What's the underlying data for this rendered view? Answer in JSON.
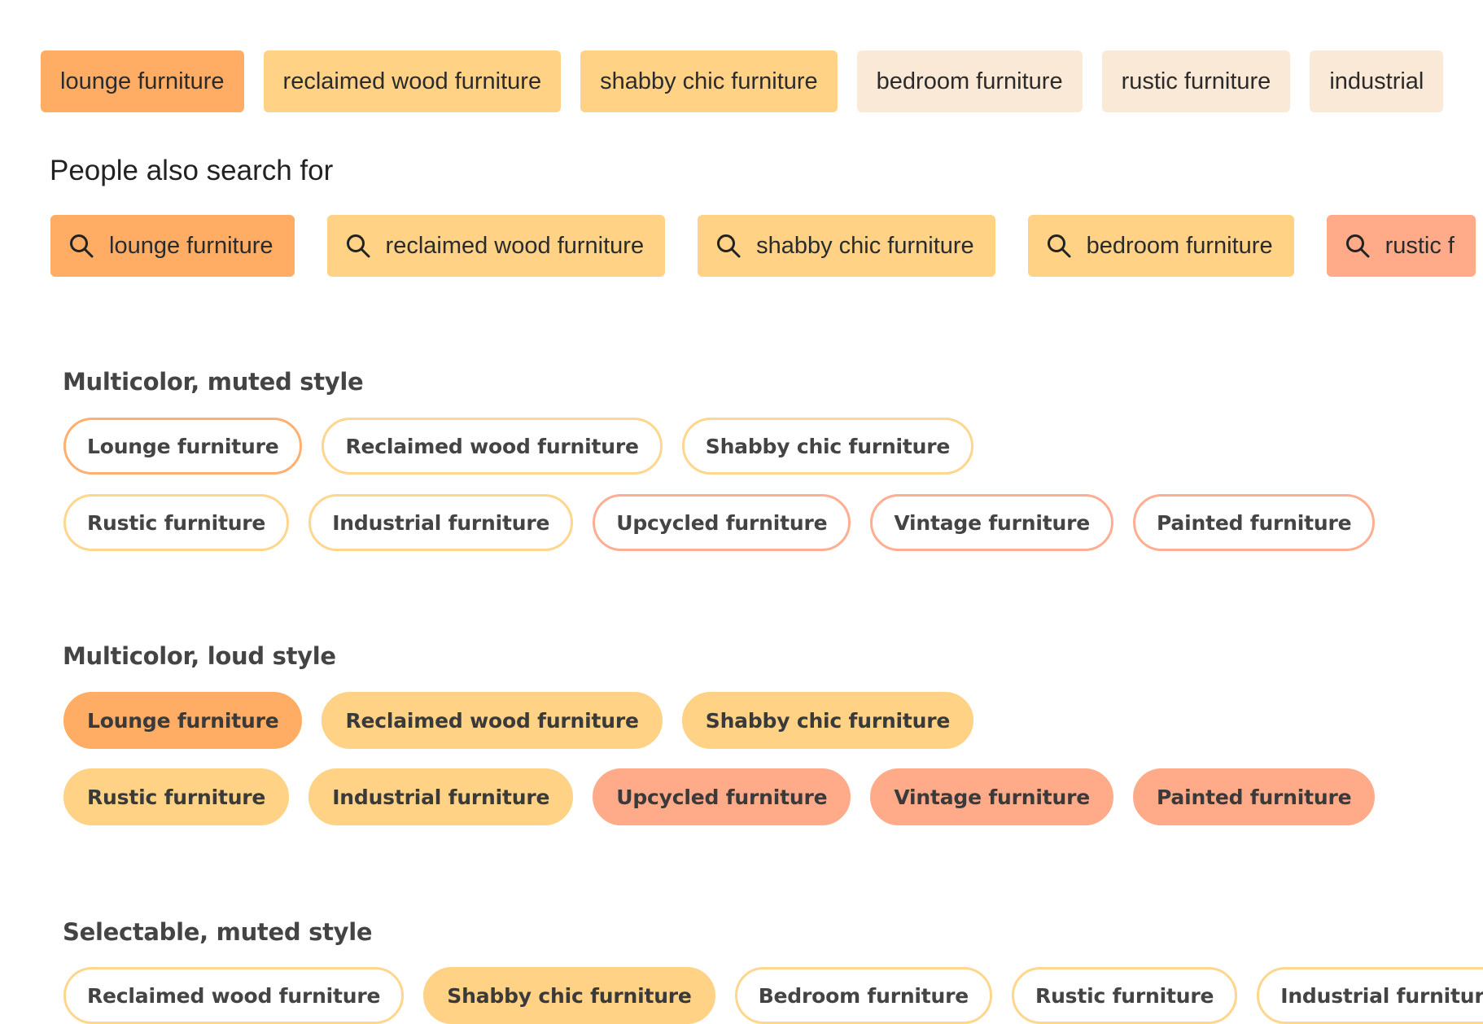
{
  "colors": {
    "orange": "#FFAD64",
    "amber": "#FFD285",
    "salmon": "#FFAB8A",
    "cream": "#FBE9D7",
    "outline_orange": "#FFB070",
    "outline_amber": "#FFD68E",
    "outline_salmon": "#FFAE92",
    "text": "#222222"
  },
  "top_chips": [
    {
      "label": "lounge furniture",
      "color": "#FFAD64"
    },
    {
      "label": "reclaimed wood furniture",
      "color": "#FFD285"
    },
    {
      "label": "shabby chic furniture",
      "color": "#FFD285"
    },
    {
      "label": "bedroom furniture",
      "color": "#FBE9D7"
    },
    {
      "label": "rustic furniture",
      "color": "#FBE9D7"
    },
    {
      "label": "industrial",
      "color": "#FBE9D7"
    }
  ],
  "people_also_search": {
    "heading": "People also search for",
    "icon": "search-icon",
    "chips": [
      {
        "label": "lounge furniture",
        "color": "#FFAD64"
      },
      {
        "label": "reclaimed wood furniture",
        "color": "#FFD285"
      },
      {
        "label": "shabby chic furniture",
        "color": "#FFD285"
      },
      {
        "label": "bedroom furniture",
        "color": "#FFD285"
      },
      {
        "label": "rustic f",
        "color": "#FFAB8A"
      }
    ]
  },
  "sections": [
    {
      "title": "Multicolor, muted style",
      "variant": "outline",
      "rows": [
        [
          {
            "label": "Lounge furniture",
            "color": "#FFB070"
          },
          {
            "label": "Reclaimed wood furniture",
            "color": "#FFD68E"
          },
          {
            "label": "Shabby chic furniture",
            "color": "#FFD68E"
          }
        ],
        [
          {
            "label": "Rustic furniture",
            "color": "#FFD68E"
          },
          {
            "label": "Industrial furniture",
            "color": "#FFD68E"
          },
          {
            "label": "Upcycled furniture",
            "color": "#FFAE92"
          },
          {
            "label": "Vintage furniture",
            "color": "#FFAE92"
          },
          {
            "label": "Painted furniture",
            "color": "#FFAE92"
          }
        ]
      ]
    },
    {
      "title": "Multicolor, loud style",
      "variant": "filled",
      "rows": [
        [
          {
            "label": "Lounge furniture",
            "color": "#FFAD64"
          },
          {
            "label": "Reclaimed wood furniture",
            "color": "#FFD285"
          },
          {
            "label": "Shabby chic furniture",
            "color": "#FFD285"
          }
        ],
        [
          {
            "label": "Rustic furniture",
            "color": "#FFD285"
          },
          {
            "label": "Industrial furniture",
            "color": "#FFD285"
          },
          {
            "label": "Upcycled furniture",
            "color": "#FFAB8A"
          },
          {
            "label": "Vintage furniture",
            "color": "#FFAB8A"
          },
          {
            "label": "Painted furniture",
            "color": "#FFAB8A"
          }
        ]
      ]
    },
    {
      "title": "Selectable, muted style",
      "variant": "selectable",
      "rows": [
        [
          {
            "label": "Reclaimed wood furniture",
            "color": "#FFD68E",
            "selected": false
          },
          {
            "label": "Shabby chic furniture",
            "color": "#FFD285",
            "selected": true
          },
          {
            "label": "Bedroom furniture",
            "color": "#FFD68E",
            "selected": false
          },
          {
            "label": "Rustic furniture",
            "color": "#FFD68E",
            "selected": false
          },
          {
            "label": "Industrial furniture",
            "color": "#FFD68E",
            "selected": false
          }
        ]
      ]
    }
  ]
}
